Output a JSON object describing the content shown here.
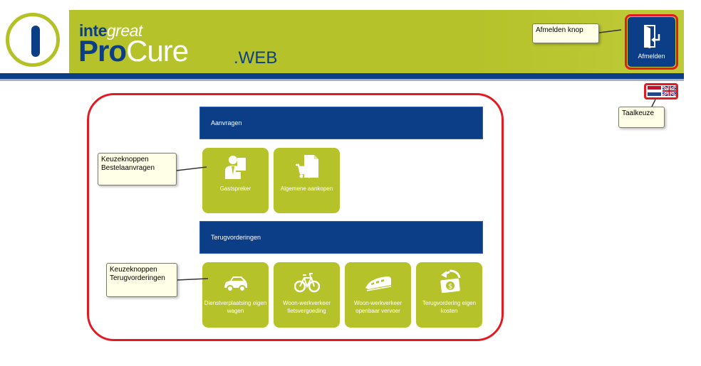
{
  "header": {
    "brand_top_a": "inte",
    "brand_top_b": "great",
    "brand_main_a": "Pro",
    "brand_main_b": "Cure",
    "brand_suffix": ".WEB"
  },
  "logout": {
    "label": "Afmelden",
    "icon": "door-exit-icon"
  },
  "language": {
    "options": [
      "nl-flag-icon",
      "uk-flag-icon"
    ]
  },
  "sections": [
    {
      "title": "Aanvragen",
      "tiles": [
        {
          "label": "Gastspreker",
          "icon": "speaker-icon"
        },
        {
          "label": "Algemene aankopen",
          "icon": "shopping-cart-document-icon"
        }
      ]
    },
    {
      "title": "Terugvorderingen",
      "tiles": [
        {
          "label": "Dienstverplaatsing eigen wagen",
          "icon": "car-icon"
        },
        {
          "label": "Woon-werkverkeer fietsvergoeding",
          "icon": "bicycle-icon"
        },
        {
          "label": "Woon-werkverkeer openbaar vervoer",
          "icon": "train-icon"
        },
        {
          "label": "Terugvordering eigen kosten",
          "icon": "money-refund-icon"
        }
      ]
    }
  ],
  "callouts": {
    "afmelden": "Afmelden knop",
    "taal": "Taalkeuze",
    "bestel": "Keuzeknoppen Bestelaanvragen",
    "terug": "Keuzeknoppen Terugvorderingen"
  },
  "colors": {
    "accent_green": "#b5c22a",
    "brand_blue": "#0b3e86",
    "highlight_red": "#e21a22",
    "callout_bg": "#fffee6"
  }
}
